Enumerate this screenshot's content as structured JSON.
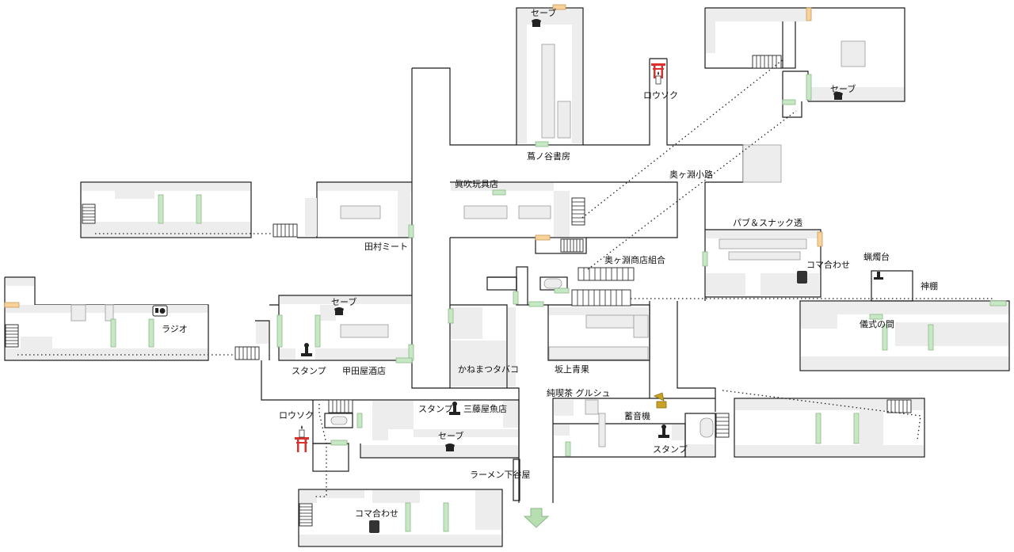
{
  "labels": {
    "save_top": "セーブ",
    "rousoku_top": "ロウソク",
    "shobo": "蔦ノ谷書房",
    "okugafuchi_koji": "奥ヶ淵小路",
    "save_upper_right": "セーブ",
    "toy_shop": "眞吹玩具店",
    "tamura_meat": "田村ミート",
    "pub": "パブ＆スナック透",
    "shopkeepers_assoc": "奥ヶ淵商店組合",
    "koma_right": "コマ合わせ",
    "candle_stand": "蝋燭台",
    "kamidana": "神棚",
    "ritual_room": "儀式の間",
    "save_left": "セーブ",
    "radio": "ラジオ",
    "stamp_left": "スタンプ",
    "kofuya_liquor": "甲田屋酒店",
    "kanematsu_tobacco": "かねまつタバコ",
    "sakagami_greengrocer": "坂上青果",
    "cafe_grushu": "純喫茶 グルシュ",
    "gramophone": "蓄音機",
    "stamp_cafe": "スタンプ",
    "stamp_fish": "スタンプ",
    "mitouya_fish": "三藤屋魚店",
    "rousoku_bottom": "ロウソク",
    "save_bottom": "セーブ",
    "ramen": "ラーメン下谷屋",
    "koma_bottom": "コマ合わせ"
  },
  "icons": {
    "save": "phone-icon",
    "candle": "candle-icon",
    "shrine": "torii-icon",
    "stamp": "stamp-icon",
    "radio": "radio-icon",
    "gramophone": "gramophone-icon",
    "puzzle": "koma-puzzle-icon",
    "exit": "down-arrow-icon"
  },
  "colors": {
    "wall": "#1a1a1a",
    "furniture": "#ededed",
    "door_green": "#c7e8c4",
    "door_orange": "#f7d39b",
    "torii": "#d9312b",
    "gramophone": "#c9a227",
    "exit_arrow": "#b6deb0"
  }
}
